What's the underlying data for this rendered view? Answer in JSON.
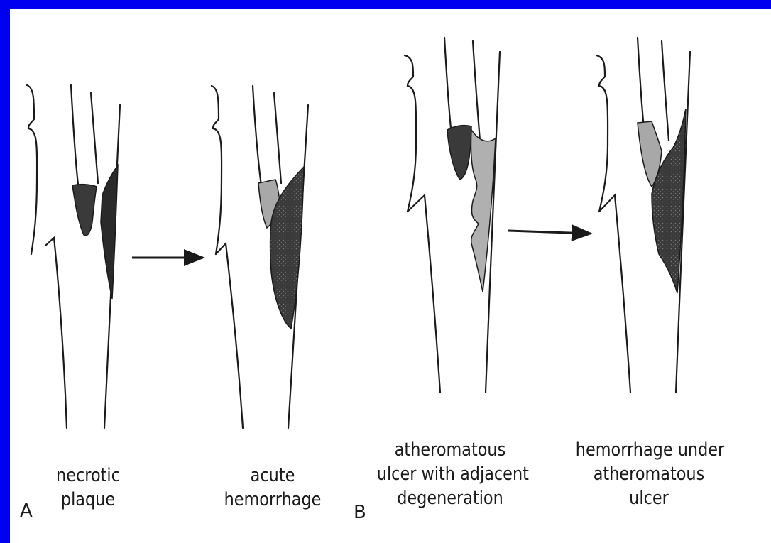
{
  "figure": {
    "panels": [
      {
        "letter": "A",
        "stages": [
          {
            "caption_lines": [
              "necrotic",
              "plaque"
            ]
          },
          {
            "caption_lines": [
              "acute",
              "hemorrhage"
            ]
          }
        ]
      },
      {
        "letter": "B",
        "stages": [
          {
            "caption_lines": [
              "atheromatous",
              "ulcer with adjacent",
              "degeneration"
            ]
          },
          {
            "caption_lines": [
              "hemorrhage under",
              "atheromatous",
              "ulcer"
            ]
          }
        ]
      }
    ]
  },
  "colors": {
    "slide_border": "#0000f0",
    "background": "#ffffff",
    "ink": "#1a1a1a",
    "plaque_dark": "#3a3a3a",
    "plaque_light": "#a8a8a8"
  }
}
